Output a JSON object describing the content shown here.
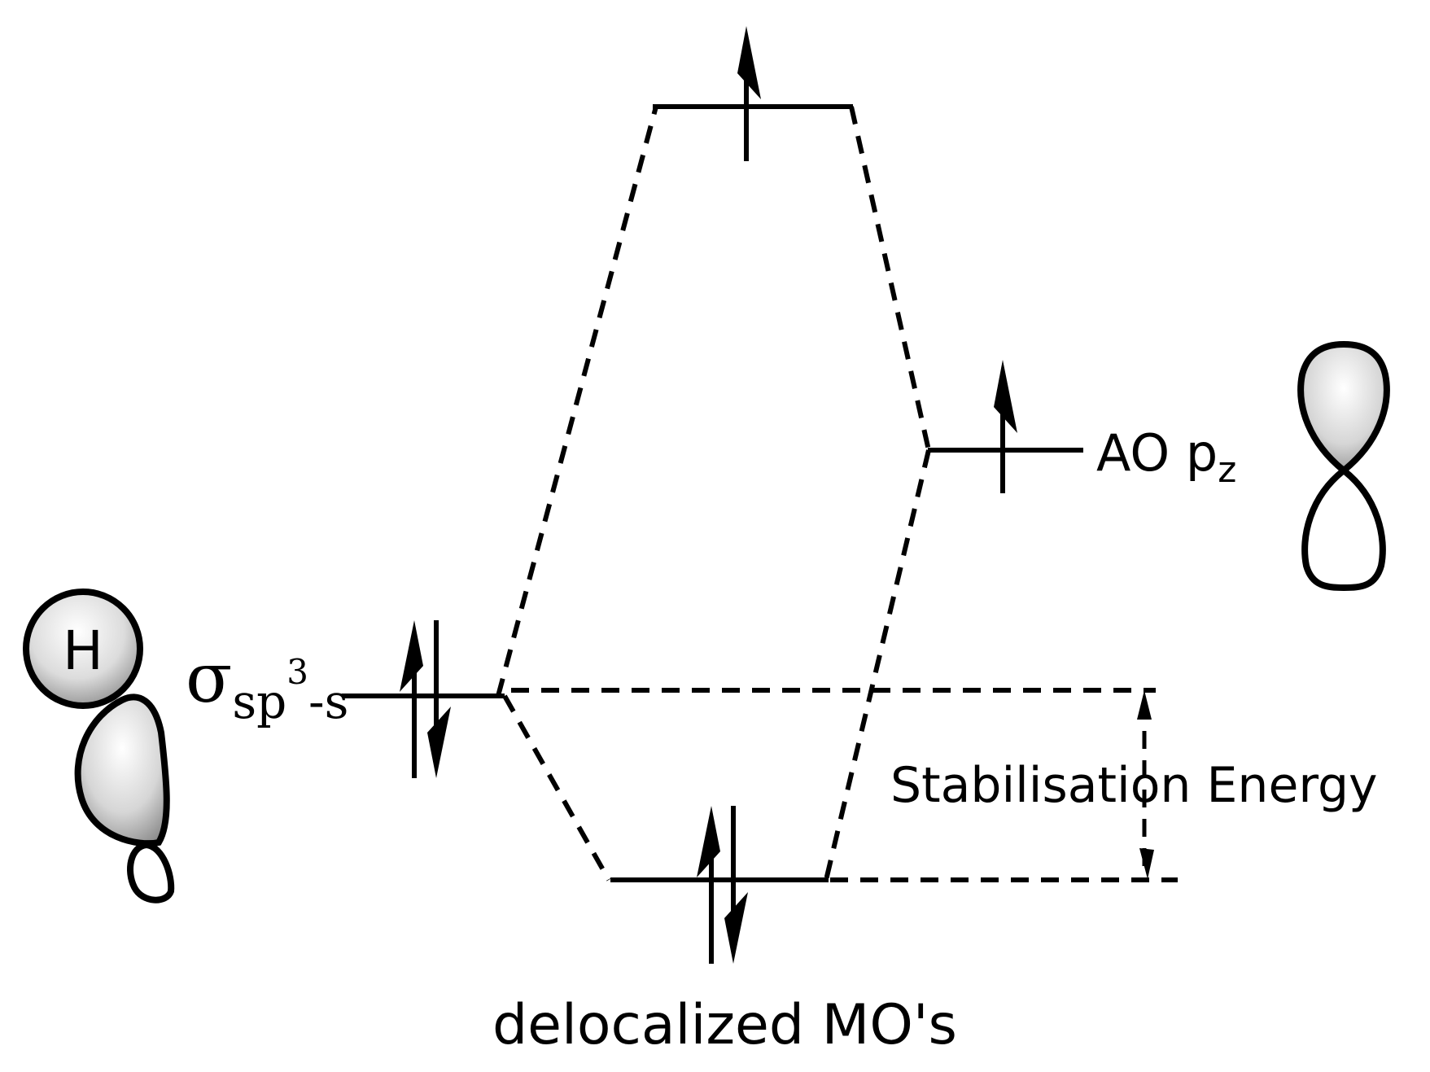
{
  "labels": {
    "ao_main": "AO p",
    "ao_sub": "z",
    "sigma_main": "σ",
    "sigma_sub_a": "sp",
    "sigma_sup": "3",
    "sigma_sub_b": "-s",
    "hydrogen": "H",
    "stabilisation": "Stabilisation Energy",
    "delocalized": "delocalized MO's"
  },
  "levels": {
    "antibonding_mo": {
      "electrons": 1
    },
    "ao_pz": {
      "electrons": 1
    },
    "sigma_sp3_s": {
      "electrons": 2
    },
    "bonding_mo": {
      "electrons": 2
    }
  },
  "icons": [
    "hydrogen-s-orbital-icon",
    "sp3-hybrid-orbital-icon",
    "p-orbital-icon",
    "spin-up-arrow-icon",
    "spin-down-arrow-icon"
  ],
  "colors": {
    "line": "#000000",
    "orbital_light": "#ffffff",
    "orbital_dark": "#8a8a8a"
  }
}
